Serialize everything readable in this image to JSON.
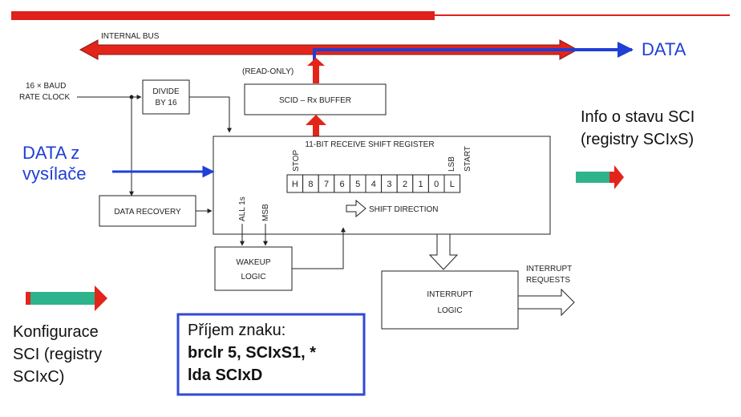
{
  "diagram": {
    "internal_bus": "INTERNAL BUS",
    "data_out": "DATA",
    "baud_line1": "16 × BAUD",
    "baud_line2": "RATE CLOCK",
    "divide_line1": "DIVIDE",
    "divide_line2": "BY 16",
    "read_only": "(READ-ONLY)",
    "rx_buffer": "SCID – Rx BUFFER",
    "shift_register": "11-BIT RECEIVE SHIFT REGISTER",
    "stop_label": "STOP",
    "lsb_label": "LSB",
    "start_label": "START",
    "bits": [
      "H",
      "8",
      "7",
      "6",
      "5",
      "4",
      "3",
      "2",
      "1",
      "0",
      "L"
    ],
    "all1s_label": "ALL 1s",
    "msb_label": "MSB",
    "shift_direction": "SHIFT DIRECTION",
    "data_recovery": "DATA RECOVERY",
    "wakeup_line1": "WAKEUP",
    "wakeup_line2": "LOGIC",
    "interrupt_line1": "INTERRUPT",
    "interrupt_line2": "LOGIC",
    "interrupt_req_line1": "INTERRUPT",
    "interrupt_req_line2": "REQUESTS",
    "data_in_line1": "DATA z",
    "data_in_line2": "vysílače",
    "status_line1": "Info o stavu SCI",
    "status_line2": "(registry SCIxS)",
    "config_line1": "Konfigurace",
    "config_line2": "SCI (registry",
    "config_line3": "SCIxC)",
    "receive_title": "Příjem znaku:",
    "receive_code1": "brclr 5, SCIxS1, *",
    "receive_code2": "lda SCIxD"
  },
  "colors": {
    "accent_red": "#e0201c",
    "arrow_red": "#e3241b",
    "data_blue": "#1f3fd6",
    "status_green": "#2fb38c"
  }
}
